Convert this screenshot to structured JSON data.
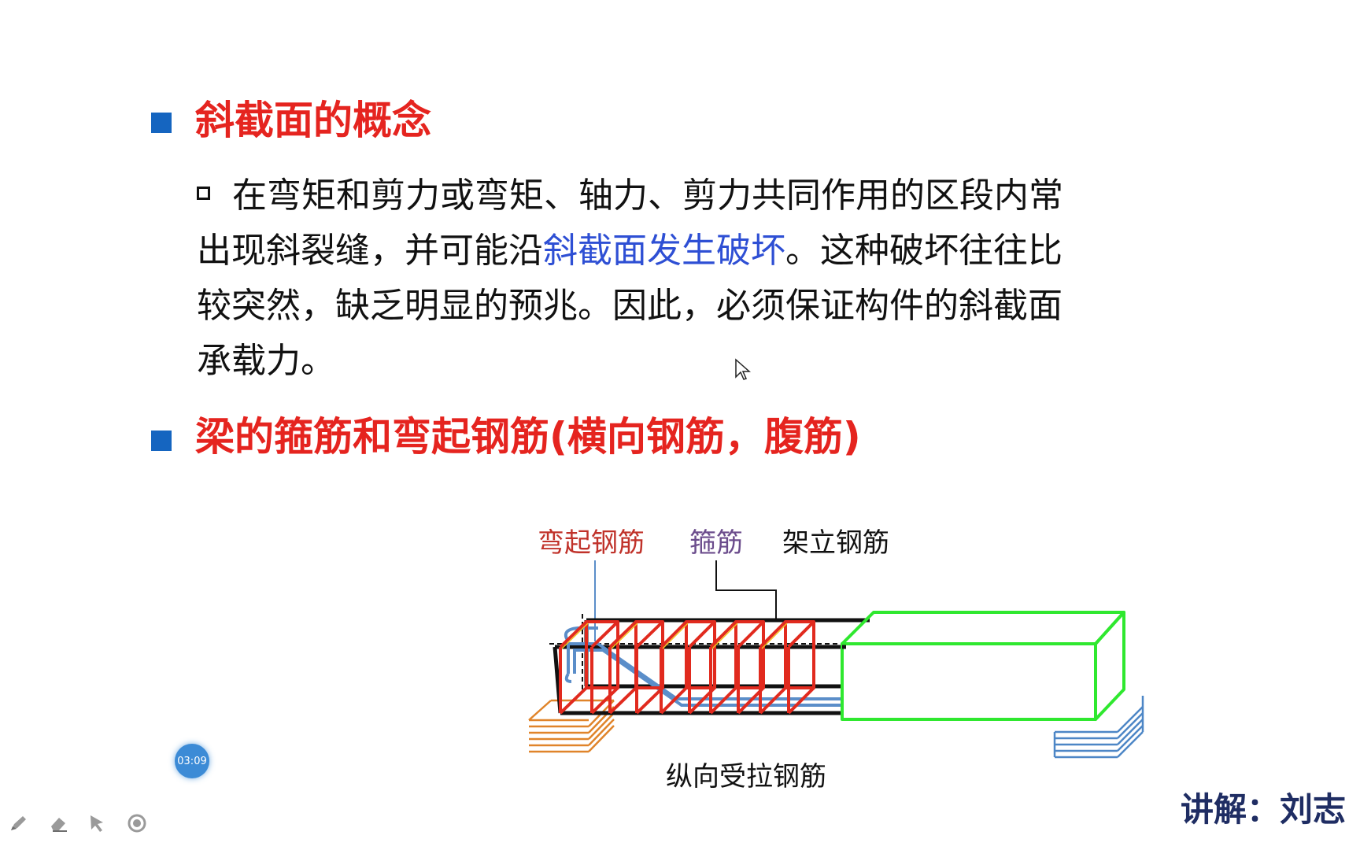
{
  "slide": {
    "heading1": "斜截面的概念",
    "paragraph": {
      "line1": "在弯矩和剪力或弯矩、轴力、剪力共同作用的区段内常",
      "line2_before": "出现斜裂缝，并可能沿",
      "line2_highlight": "斜截面发生破坏",
      "line2_after": "。这种破坏往往比",
      "line3": "较突然，缺乏明显的预兆。因此，必须保证构件的斜截面",
      "line4": "承载力。"
    },
    "heading2": "梁的箍筋和弯起钢筋(横向钢筋，腹筋)"
  },
  "diagram": {
    "label_bent_bar": "弯起钢筋",
    "label_stirrup": "箍筋",
    "label_erection_bar": "架立钢筋",
    "label_tension_bar": "纵向受拉钢筋"
  },
  "timer": {
    "text": "03:09"
  },
  "toolbar": {
    "icons": [
      "pen-icon",
      "eraser-icon",
      "pointer-icon",
      "record-icon"
    ]
  },
  "lecturer": {
    "text": "讲解：刘志"
  },
  "colors": {
    "heading": "#e5241f",
    "bullet": "#1565c0",
    "highlight": "#2e4fd4",
    "stirrup": "#e12a1e",
    "bent_bar": "#5b8ec9",
    "concrete": "#2fe82f",
    "left_support": "#e0842a",
    "right_support": "#4d86c6",
    "label_bent_bar": "#c0322a",
    "label_stirrup": "#6b4c8c"
  }
}
